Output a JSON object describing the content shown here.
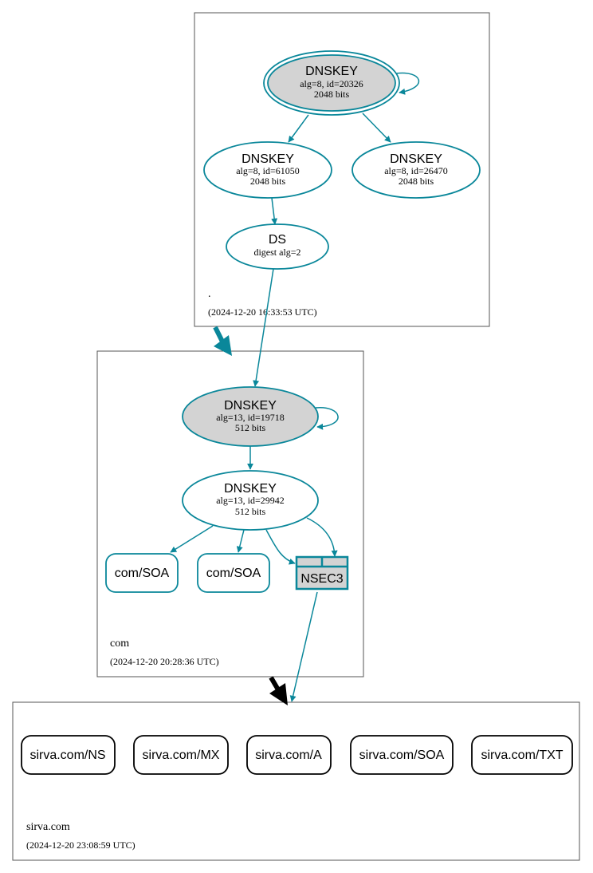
{
  "zones": {
    "root": {
      "label": ".",
      "timestamp": "(2024-12-20 16:33:53 UTC)",
      "nodes": {
        "ksk": {
          "type": "DNSKEY",
          "line1": "alg=8, id=20326",
          "line2": "2048 bits"
        },
        "zsk1": {
          "type": "DNSKEY",
          "line1": "alg=8, id=61050",
          "line2": "2048 bits"
        },
        "zsk2": {
          "type": "DNSKEY",
          "line1": "alg=8, id=26470",
          "line2": "2048 bits"
        },
        "ds": {
          "type": "DS",
          "line1": "digest alg=2"
        }
      }
    },
    "com": {
      "label": "com",
      "timestamp": "(2024-12-20 20:28:36 UTC)",
      "nodes": {
        "ksk": {
          "type": "DNSKEY",
          "line1": "alg=13, id=19718",
          "line2": "512 bits"
        },
        "zsk": {
          "type": "DNSKEY",
          "line1": "alg=13, id=29942",
          "line2": "512 bits"
        },
        "soa1": {
          "label": "com/SOA"
        },
        "soa2": {
          "label": "com/SOA"
        },
        "nsec3": {
          "label": "NSEC3"
        }
      }
    },
    "sirva": {
      "label": "sirva.com",
      "timestamp": "(2024-12-20 23:08:59 UTC)",
      "records": [
        {
          "label": "sirva.com/NS"
        },
        {
          "label": "sirva.com/MX"
        },
        {
          "label": "sirva.com/A"
        },
        {
          "label": "sirva.com/SOA"
        },
        {
          "label": "sirva.com/TXT"
        }
      ]
    }
  },
  "colors": {
    "edge": "#0a879a",
    "ksk_fill": "#d3d3d3",
    "delegation_insecure": "#000000"
  }
}
